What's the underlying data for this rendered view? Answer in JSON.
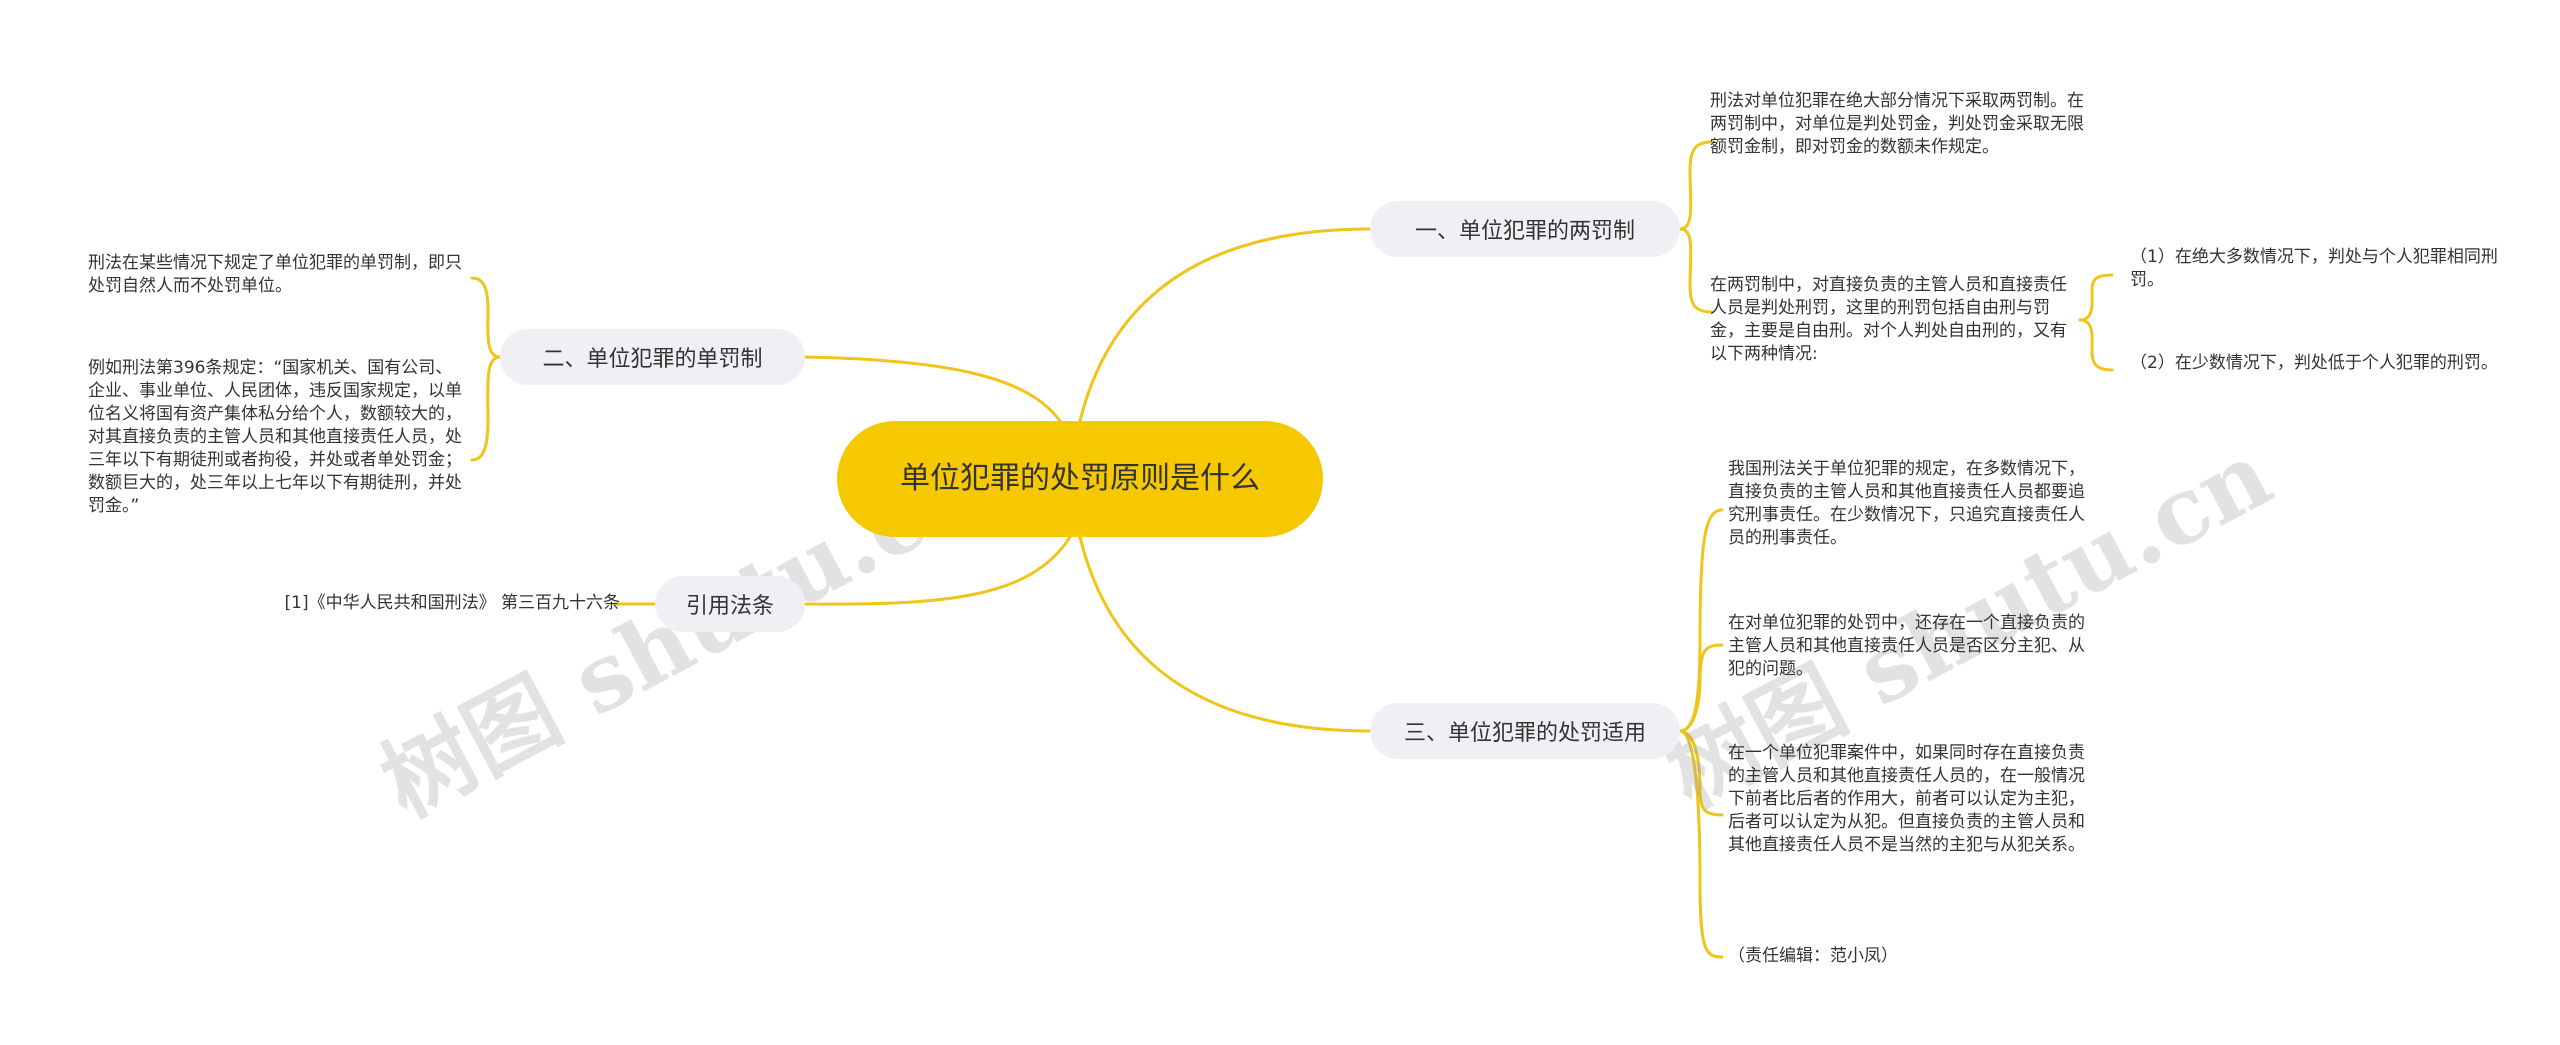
{
  "center": {
    "title": "单位犯罪的处罚原则是什么"
  },
  "branches": {
    "b1": {
      "label": "一、单位犯罪的两罚制"
    },
    "b2": {
      "label": "二、单位犯罪的单罚制"
    },
    "b3": {
      "label": "引用法条"
    },
    "b4": {
      "label": "三、单位犯罪的处罚适用"
    }
  },
  "leaves": {
    "b1_a": "刑法对单位犯罪在绝大部分情况下采取两罚制。在两罚制中，对单位是判处罚金，判处罚金采取无限额罚金制，即对罚金的数额未作规定。",
    "b1_b": "在两罚制中，对直接负责的主管人员和直接责任人员是判处刑罚，这里的刑罚包括自由刑与罚金，主要是自由刑。对个人判处自由刑的，又有以下两种情况:",
    "b1_b1": "（1）在绝大多数情况下，判处与个人犯罪相同刑罚。",
    "b1_b2": "（2）在少数情况下，判处低于个人犯罪的刑罚。",
    "b2_a": "刑法在某些情况下规定了单位犯罪的单罚制，即只处罚自然人而不处罚单位。",
    "b2_b": "例如刑法第396条规定：“国家机关、国有公司、企业、事业单位、人民团体，违反国家规定，以单位名义将国有资产集体私分给个人，数额较大的，对其直接负责的主管人员和其他直接责任人员，处三年以下有期徒刑或者拘役，并处或者单处罚金；数额巨大的，处三年以上七年以下有期徒刑，并处罚金。”",
    "b3_a": "[1]《中华人民共和国刑法》 第三百九十六条",
    "b4_a": "我国刑法关于单位犯罪的规定，在多数情况下，直接负责的主管人员和其他直接责任人员都要追究刑事责任。在少数情况下，只追究直接责任人员的刑事责任。",
    "b4_b": "在对单位犯罪的处罚中，还存在一个直接负责的主管人员和其他直接责任人员是否区分主犯、从犯的问题。",
    "b4_c": "在一个单位犯罪案件中，如果同时存在直接负责的主管人员和其他直接责任人员的，在一般情况下前者比后者的作用大，前者可以认定为主犯，后者可以认定为从犯。但直接负责的主管人员和其他直接责任人员不是当然的主犯与从犯关系。",
    "b4_d": "（责任编辑：范小凤）"
  },
  "watermarks": [
    "树图 shutu.cn",
    "树图 shutu.cn"
  ],
  "colors": {
    "center_fill": "#f5c800",
    "branch_fill": "#eef0f3",
    "line": "#f0c419"
  }
}
